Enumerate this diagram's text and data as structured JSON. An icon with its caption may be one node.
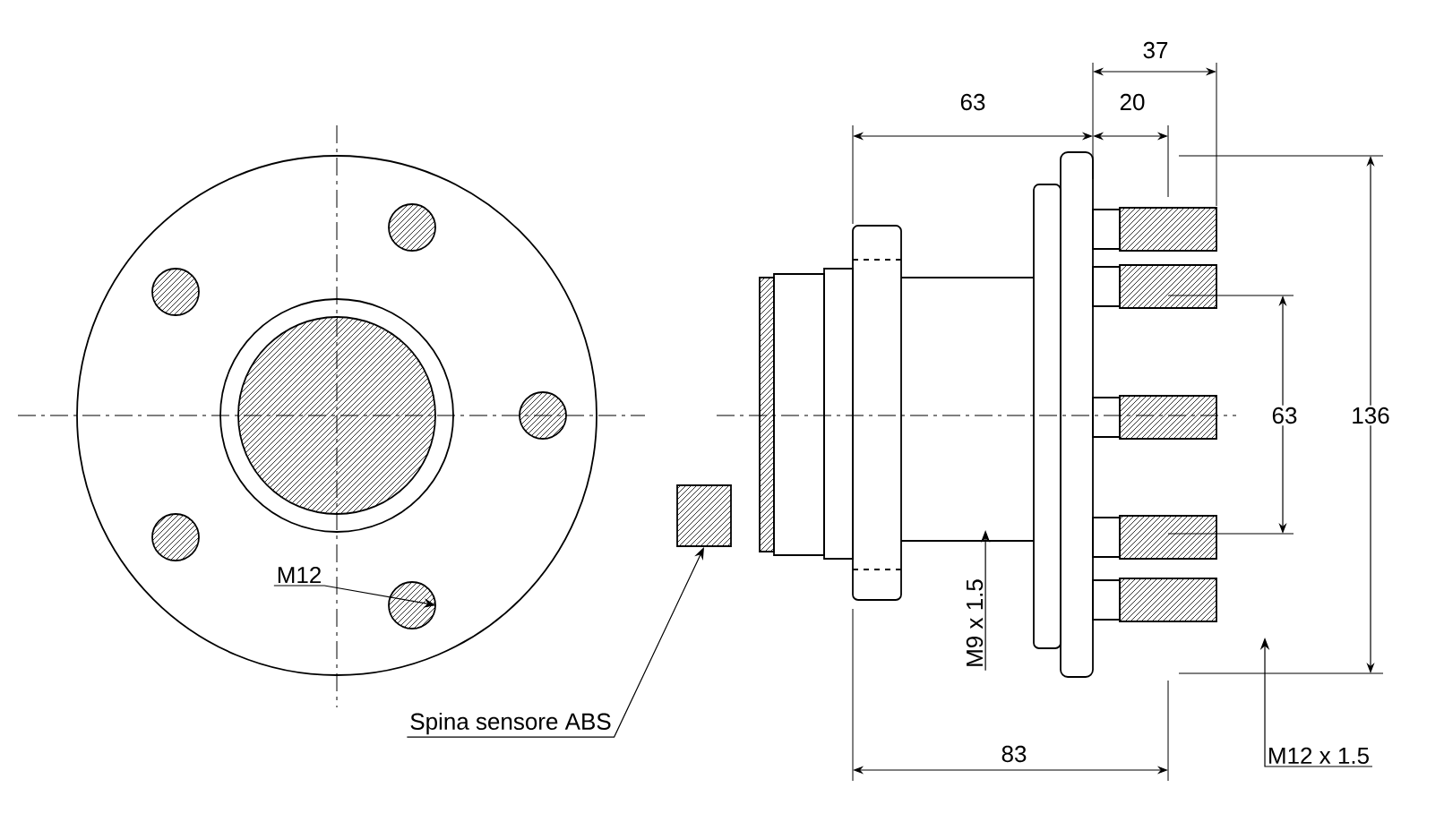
{
  "diagram": {
    "nodes": [
      {
        "text": [
          "Spina sensore ABS"
        ]
      },
      {
        "text": [],
        "shape": "box"
      },
      {
        "text": [
          "M12"
        ]
      },
      {
        "text": [],
        "shape": "circle"
      },
      {
        "text": [
          "M9 x 1.5"
        ]
      },
      {
        "text": [
          "M12 x 1.5"
        ]
      },
      {
        "text": [],
        "shape": "circle"
      },
      {
        "text": [],
        "shape": "circle"
      },
      {
        "text": [],
        "shape": "circle"
      },
      {
        "text": [],
        "shape": "circle"
      }
    ],
    "edges": [
      {
        "from": 0,
        "to": 1,
        "arrow": "to"
      },
      {
        "from": 2,
        "to": 3,
        "arrow": "to"
      },
      {
        "from": 4,
        "to": null,
        "arrow": "to"
      },
      {
        "from": 5,
        "to": null,
        "arrow": "to"
      }
    ],
    "labels": [
      "37",
      "63",
      "20",
      "63",
      "136",
      "83"
    ]
  }
}
